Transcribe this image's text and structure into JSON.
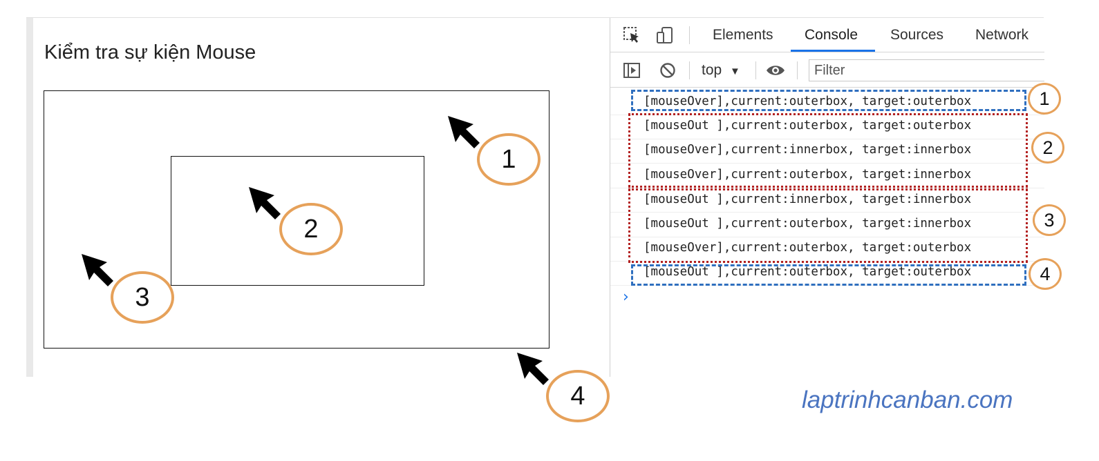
{
  "page": {
    "title": "Kiểm tra sự kiện Mouse"
  },
  "devtools": {
    "tabs": [
      {
        "label": "Elements"
      },
      {
        "label": "Console"
      },
      {
        "label": "Sources"
      },
      {
        "label": "Network"
      }
    ],
    "active_tab": "Console",
    "toolbar": {
      "context": "top",
      "filter_placeholder": "Filter"
    },
    "icons": [
      "inspect-element-icon",
      "device-toolbar-icon",
      "sidebar-toggle-icon",
      "clear-console-icon",
      "dropdown-arrow-icon",
      "eye-icon",
      "prompt-chevron-icon"
    ],
    "console_lines": [
      "[mouseOver],current:outerbox, target:outerbox",
      "[mouseOut ],current:outerbox, target:outerbox",
      "[mouseOver],current:innerbox, target:innerbox",
      "[mouseOver],current:outerbox, target:innerbox",
      "[mouseOut ],current:innerbox, target:innerbox",
      "[mouseOut ],current:outerbox, target:innerbox",
      "[mouseOver],current:outerbox, target:outerbox",
      "[mouseOut ],current:outerbox, target:outerbox"
    ]
  },
  "annotations": {
    "page_markers": [
      "1",
      "2",
      "3",
      "4"
    ],
    "console_markers": [
      "1",
      "2",
      "3",
      "4"
    ],
    "colors": {
      "circle_border": "#e6a15a",
      "group_blue": "#2f6fbf",
      "group_red": "#b32020"
    }
  },
  "watermark": "laptrinhcanban.com"
}
